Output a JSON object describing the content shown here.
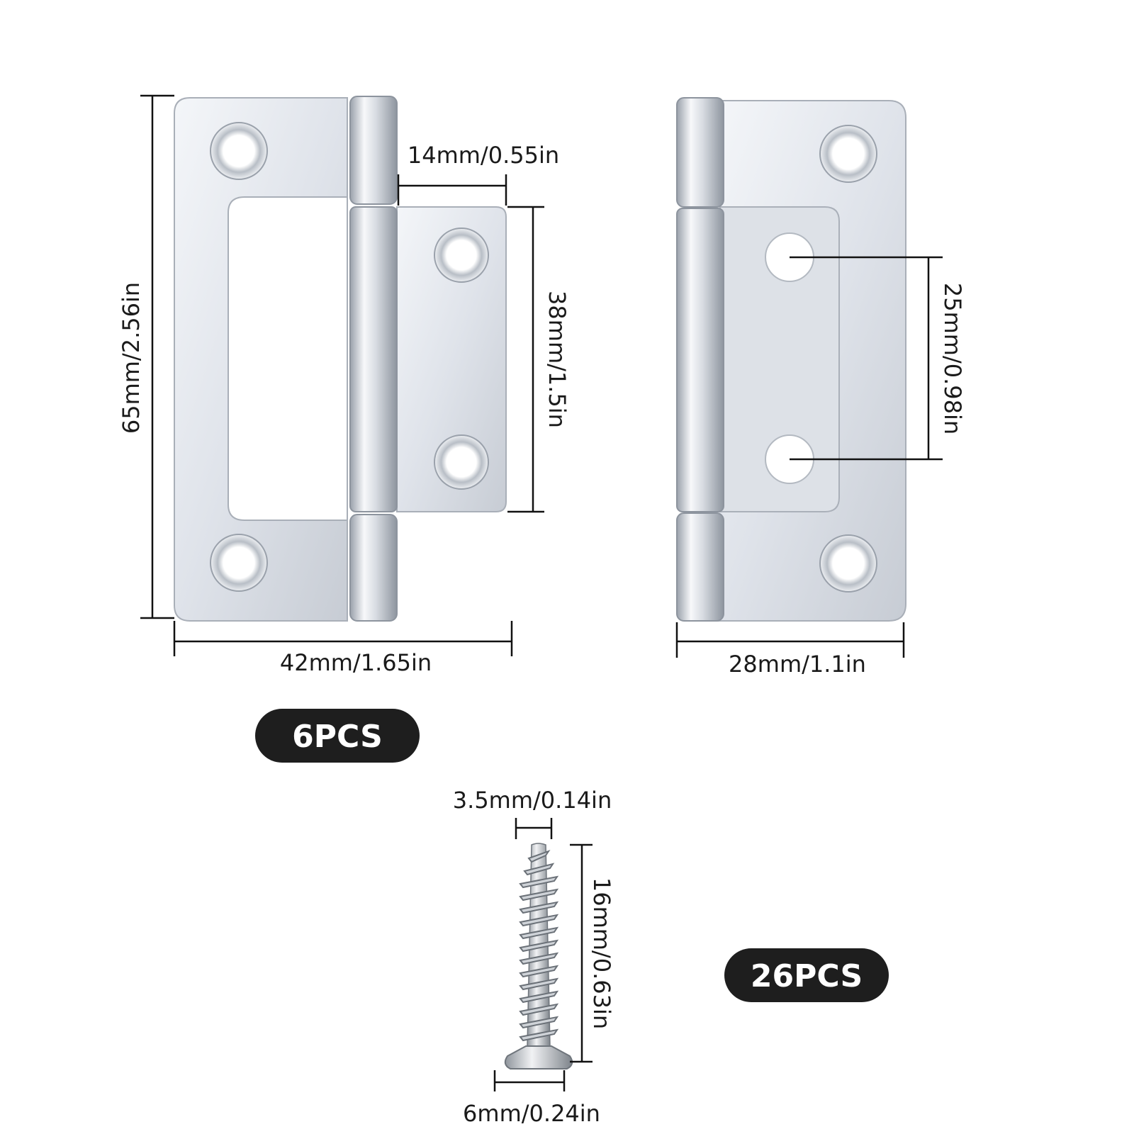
{
  "dimensions": {
    "hinge_open_height": "65mm/2.56in",
    "hinge_open_width": "42mm/1.65in",
    "hinge_knuckle_gap": "14mm/0.55in",
    "hinge_leaf_height": "38mm/1.5in",
    "hinge_closed_width": "28mm/1.1in",
    "hinge_hole_spacing": "25mm/0.98in",
    "screw_head_dia": "3.5mm/0.14in",
    "screw_length": "16mm/0.63in",
    "screw_thread_dia": "6mm/0.24in"
  },
  "badges": {
    "hinge_qty": "6PCS",
    "screw_qty": "26PCS"
  },
  "colors": {
    "metal_light": "#eef1f6",
    "metal_mid": "#c9ced6",
    "metal_dark": "#8d949e",
    "badge_bg": "#1e1e1e"
  }
}
